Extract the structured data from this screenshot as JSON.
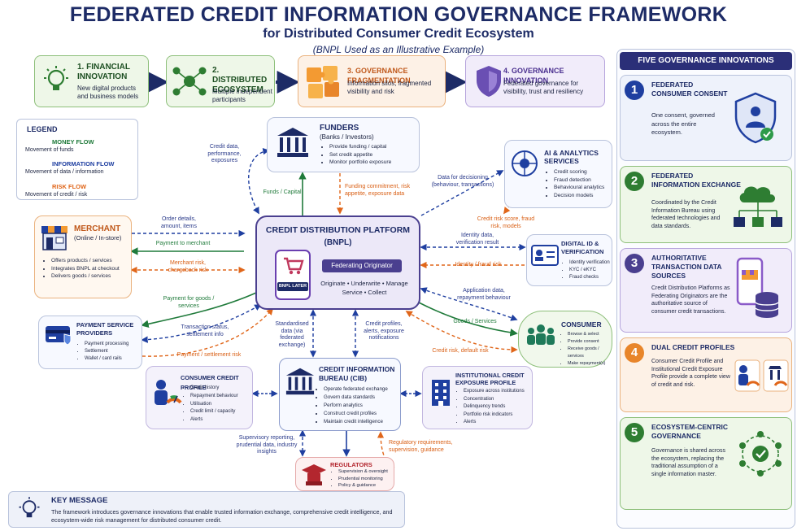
{
  "header": {
    "title": "FEDERATED CREDIT INFORMATION GOVERNANCE FRAMEWORK",
    "subtitle": "for Distributed Consumer Credit Ecosystem",
    "note": "(BNPL Used as an Illustrative Example)"
  },
  "stages": [
    {
      "title": "1. FINANCIAL INNOVATION",
      "text": "New digital products and business models"
    },
    {
      "title": "2. DISTRIBUTED ECOSYSTEM",
      "text": "Multiple independent participants"
    },
    {
      "title": "3. GOVERNANCE FRAGMENTATION",
      "text": "Information silos, fragmented visibility and risk"
    },
    {
      "title": "4. GOVERNANCE INNOVATION",
      "text": "Federated governance for visibility, trust and resiliency"
    }
  ],
  "legend": {
    "title": "LEGEND",
    "items": [
      {
        "name": "MONEY FLOW",
        "desc": "Movement of funds"
      },
      {
        "name": "INFORMATION FLOW",
        "desc": "Movement of data / information"
      },
      {
        "name": "RISK FLOW",
        "desc": "Movement of credit / risk"
      }
    ]
  },
  "colors": {
    "money": "#1f7a3a",
    "info": "#1f3fa0",
    "risk": "#e0661a",
    "navy": "#1d2b66"
  },
  "funders": {
    "title": "FUNDERS",
    "sub": "(Banks / Investors)",
    "items": [
      "Provide funding / capital",
      "Set credit appetite",
      "Monitor portfolio exposure"
    ]
  },
  "ai": {
    "title": "AI & ANALYTICS SERVICES",
    "items": [
      "Credit scoring",
      "Fraud detection",
      "Behavioural analytics",
      "Decision models"
    ]
  },
  "merchant": {
    "title": "MERCHANT",
    "sub": "(Online / In-store)",
    "items": [
      "Offers products / services",
      "Integrates BNPL at checkout",
      "Delivers goods / services"
    ]
  },
  "platform": {
    "title": "CREDIT DISTRIBUTION PLATFORM",
    "sub": "(BNPL)",
    "badge": "Federating Originator",
    "phone": "BNPL LATER",
    "functions": "Originate • Underwrite • Manage",
    "functions2": "Service • Collect"
  },
  "digital_id": {
    "title": "DIGITAL ID & VERIFICATION",
    "items": [
      "Identity verification",
      "KYC / eKYC",
      "Fraud checks"
    ]
  },
  "psp": {
    "title": "PAYMENT SERVICE PROVIDERS",
    "items": [
      "Payment processing",
      "Settlement",
      "Wallet / card rails"
    ]
  },
  "consumer": {
    "title": "CONSUMER",
    "items": [
      "Browse & select",
      "Provide consent",
      "Receive goods / services",
      "Make repayment(s)"
    ]
  },
  "ccp": {
    "title": "CONSUMER CREDIT PROFILE",
    "items": [
      "Credit history",
      "Repayment behaviour",
      "Utilisation",
      "Credit limit / capacity",
      "Alerts"
    ]
  },
  "cib": {
    "title": "CREDIT INFORMATION BUREAU (CIB)",
    "items": [
      "Operate federated exchange",
      "Govern data standards",
      "Perform analytics",
      "Construct credit profiles",
      "Maintain credit intelligence"
    ]
  },
  "icep": {
    "title": "INSTITUTIONAL CREDIT EXPOSURE PROFILE",
    "items": [
      "Exposure across institutions",
      "Concentration",
      "Delinquency trends",
      "Portfolio risk indicators",
      "Alerts"
    ]
  },
  "regulators": {
    "title": "REGULATORS",
    "items": [
      "Supervision & oversight",
      "Prudential monitoring",
      "Policy & guidance"
    ]
  },
  "flows": {
    "funders_out": "Credit data, performance, exposures",
    "funds": "Funds / Capital",
    "funding_commit": "Funding commitment, risk appetite, exposure data",
    "decisioning": "Data for decisioning (behaviour, transactions)",
    "risk_score": "Credit risk score, fraud risk, models",
    "order": "Order details, amount, items",
    "pay_merchant": "Payment to merchant",
    "merchant_risk": "Merchant risk, chargeback risk",
    "identity": "Identity data, verification result",
    "identity_risk": "Identity / fraud risk",
    "pay_goods": "Payment for goods / services",
    "txn": "Transaction status, settlement info",
    "settle_risk": "Payment / settlement risk",
    "app_data": "Application data, repayment behaviour",
    "goods": "Goods / Services",
    "default_risk": "Credit risk, default risk",
    "standardised": "Standardised data (via federated exchange)",
    "profiles": "Credit profiles, alerts, exposure notifications",
    "supervisory": "Supervisory reporting, prudential data, industry insights",
    "regreq": "Regulatory requirements, supervision, guidance"
  },
  "key_message": {
    "title": "KEY MESSAGE",
    "text": "The framework introduces governance innovations that enable trusted information exchange, comprehensive credit intelligence, and ecosystem-wide risk management for distributed consumer credit."
  },
  "innovations": {
    "title": "FIVE GOVERNANCE INNOVATIONS",
    "items": [
      {
        "num": "1",
        "title": "FEDERATED CONSUMER CONSENT",
        "text": "One consent, governed across the entire ecosystem."
      },
      {
        "num": "2",
        "title": "FEDERATED INFORMATION EXCHANGE",
        "text": "Coordinated by the Credit Information Bureau using federated technologies and data standards."
      },
      {
        "num": "3",
        "title": "AUTHORITATIVE TRANSACTION DATA SOURCES",
        "text": "Credit Distribution Platforms as Federating Originators are the authoritative source of consumer credit transactions."
      },
      {
        "num": "4",
        "title": "DUAL CREDIT PROFILES",
        "text": "Consumer Credit Profile and Institutional Credit Exposure Profile provide a complete view of credit and risk."
      },
      {
        "num": "5",
        "title": "ECOSYSTEM-CENTRIC GOVERNANCE",
        "text": "Governance is shared across the ecosystem, replacing the traditional assumption of a single information master."
      }
    ]
  }
}
